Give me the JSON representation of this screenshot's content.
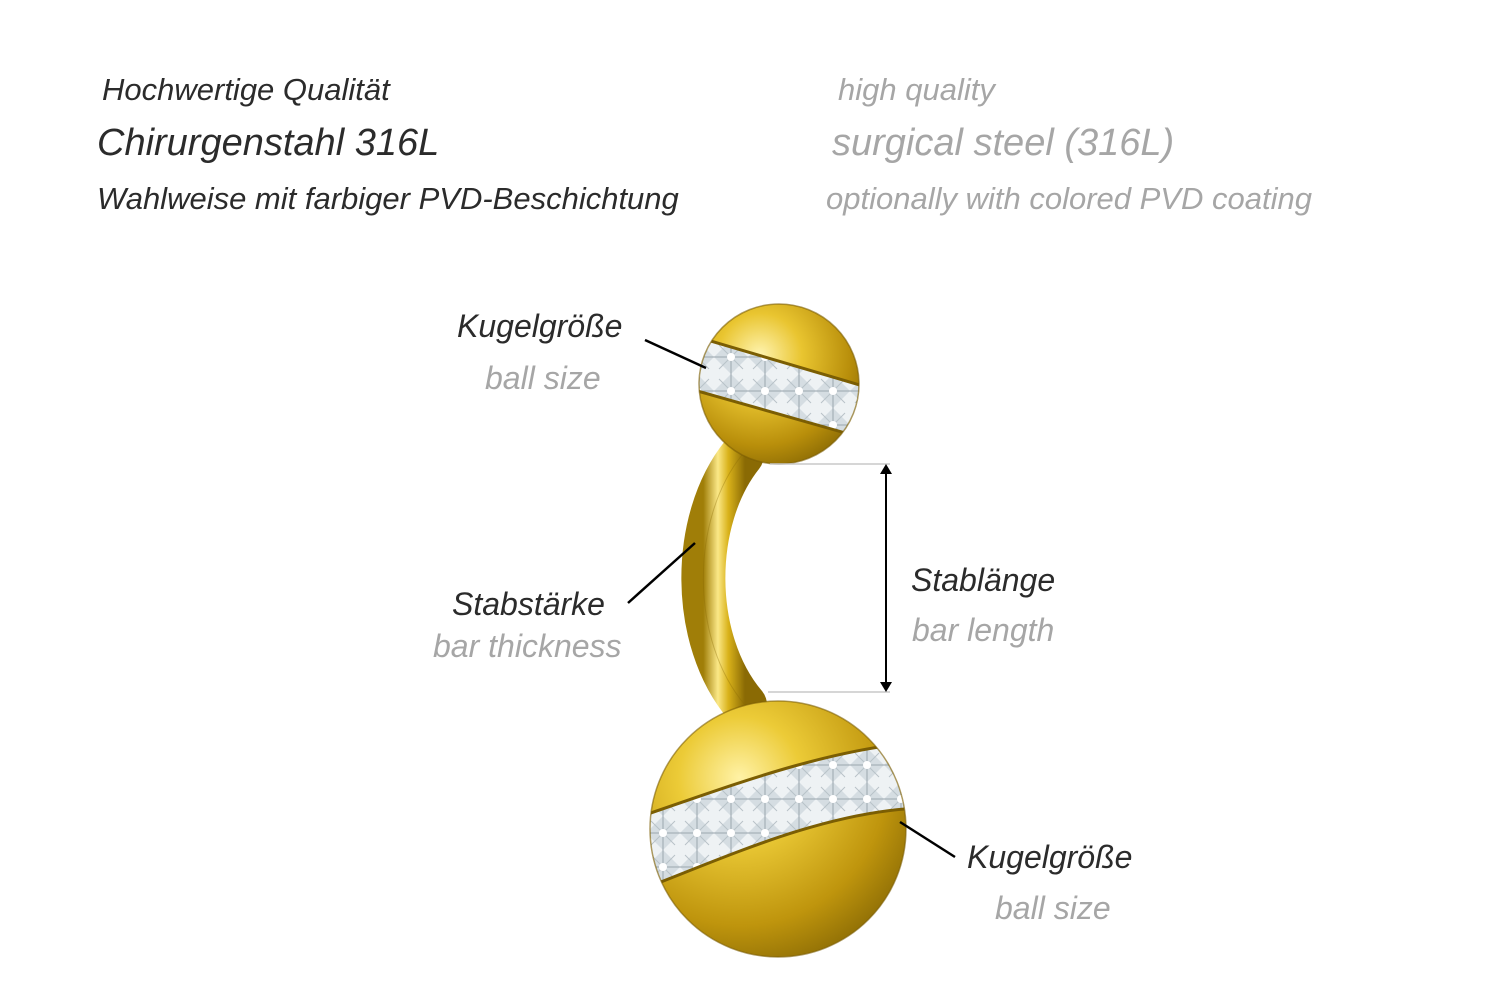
{
  "header": {
    "rows": [
      {
        "de": "Hochwertige Qualität",
        "en": "high quality"
      },
      {
        "de": "Chirurgenstahl 316L",
        "en": "surgical steel (316L)"
      },
      {
        "de": "Wahlweise mit farbiger PVD-Beschichtung",
        "en": "optionally with colored PVD coating"
      }
    ]
  },
  "labels": {
    "ball_top": {
      "de": "Kugelgröße",
      "en": "ball size"
    },
    "bar_thickness": {
      "de": "Stabstärke",
      "en": "bar thickness"
    },
    "bar_length": {
      "de": "Stablänge",
      "en": "bar length"
    },
    "ball_bottom": {
      "de": "Kugelgröße",
      "en": "ball size"
    }
  },
  "colors": {
    "gold_dark": "#9a7a06",
    "gold_mid": "#d9b21a",
    "gold_light": "#fbe887",
    "crystal": "#e9eef1",
    "leader": "#000000",
    "dimension_guide": "#c8c8c8"
  }
}
